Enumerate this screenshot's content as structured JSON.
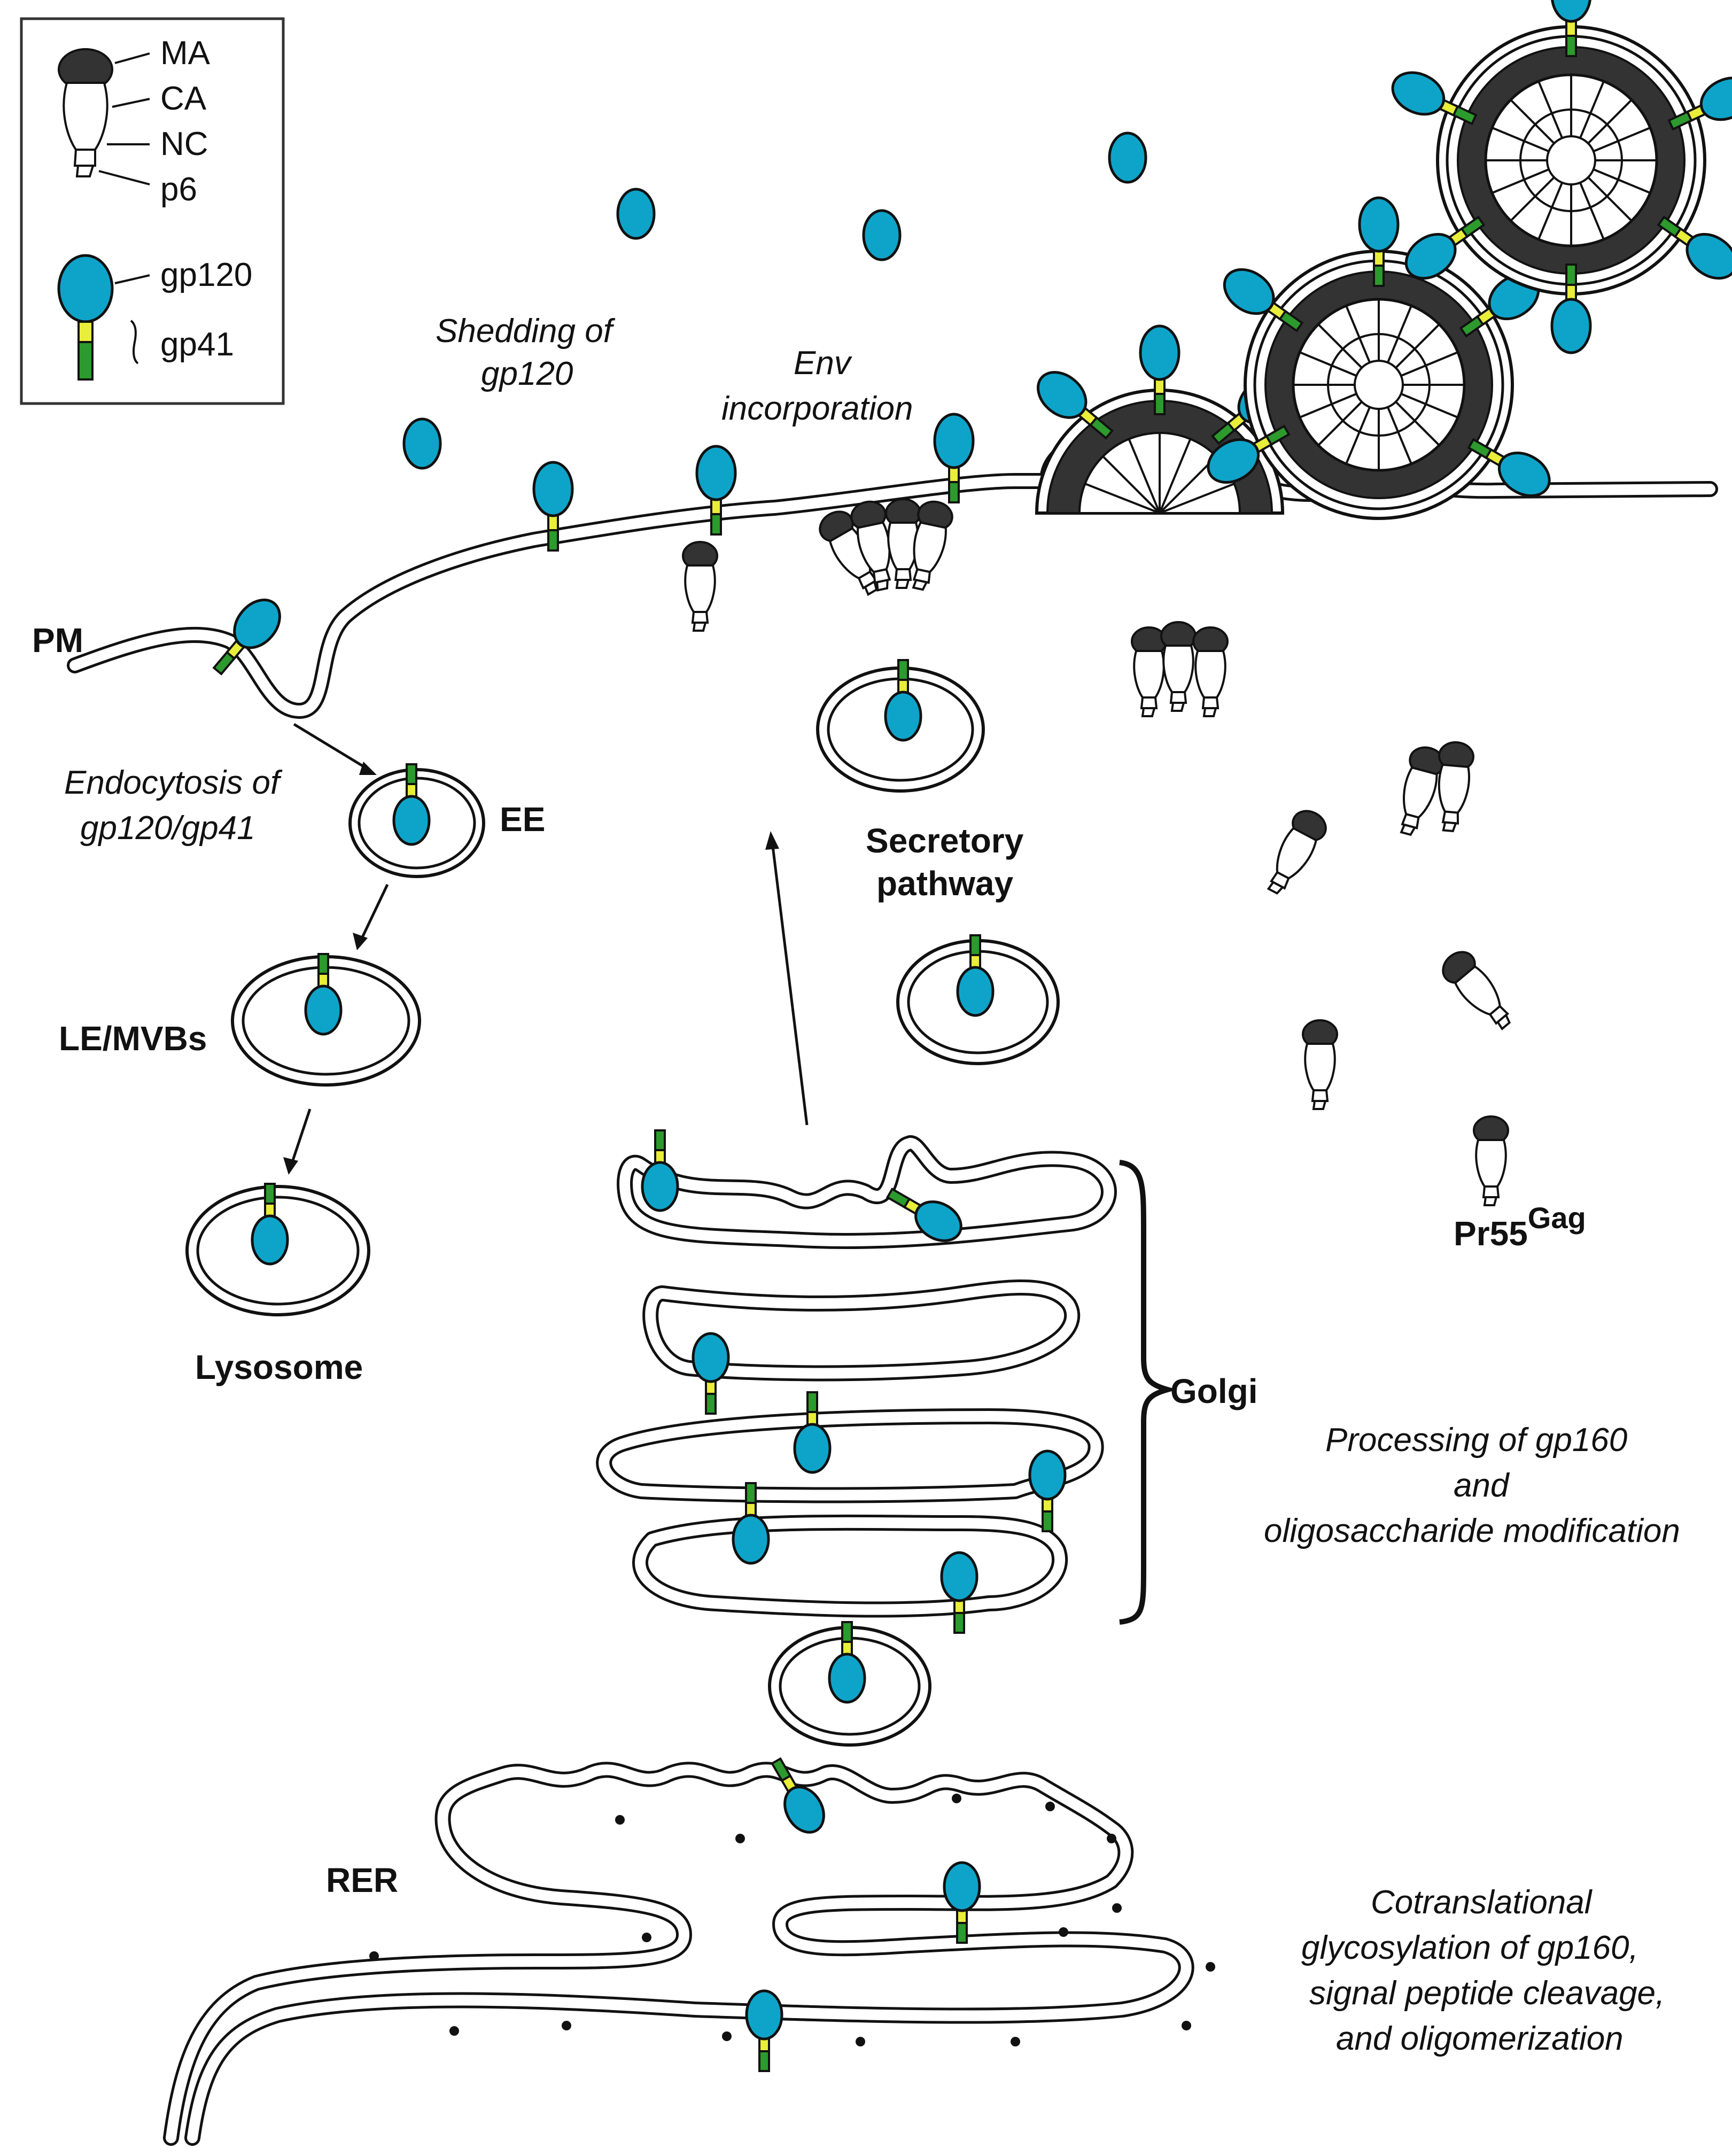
{
  "legend": {
    "gag_domains": [
      "MA",
      "CA",
      "NC",
      "p6"
    ],
    "env_proteins": [
      "gp120",
      "gp41"
    ]
  },
  "compartments": {
    "pm": "PM",
    "ee": "EE",
    "le_mvbs": "LE/MVBs",
    "lysosome": "Lysosome",
    "secretory_line1": "Secretory",
    "secretory_line2": "pathway",
    "golgi": "Golgi",
    "rer": "RER",
    "pr55_base": "Pr55",
    "pr55_super": "Gag"
  },
  "processes": {
    "shedding_line1": "Shedding of",
    "shedding_line2": "gp120",
    "env_line1": "Env",
    "env_line2": "incorporation",
    "endo_line1": "Endocytosis of",
    "endo_line2": "gp120/gp41",
    "golgi_proc_line1": "Processing of gp160",
    "golgi_proc_line2": "and",
    "golgi_proc_line3": "oligosaccharide modification",
    "rer_proc_line1": "Cotranslational",
    "rer_proc_line2": "glycosylation of gp160,",
    "rer_proc_line3": "signal peptide cleavage,",
    "rer_proc_line4": "and oligomerization"
  },
  "colors": {
    "gp120": "#0ea4c9",
    "gp41_transmembrane": "#2c9a2c",
    "gp41_ectodomain": "#e8ee3a",
    "matrix": "#333333"
  }
}
